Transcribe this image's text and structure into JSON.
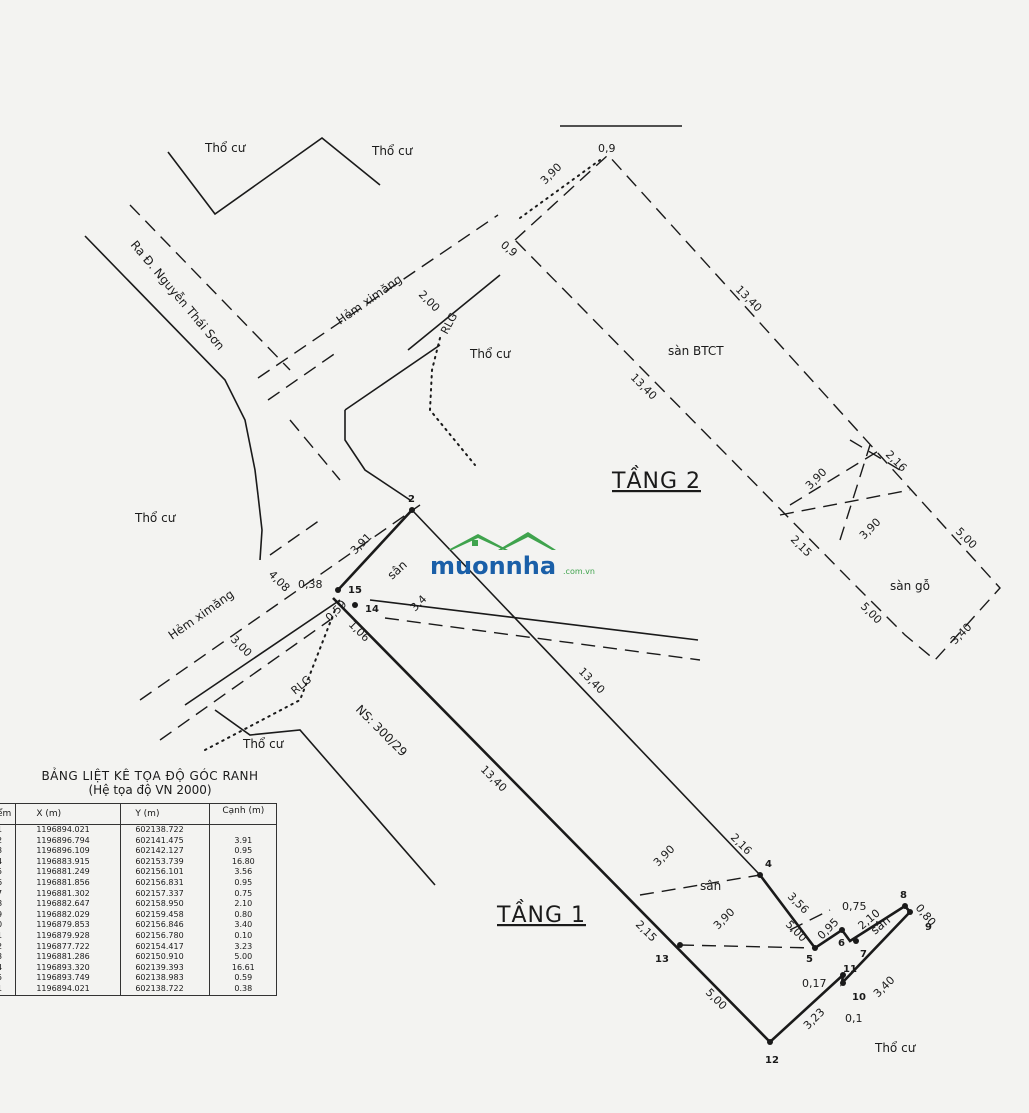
{
  "drawing": {
    "labels": {
      "tho_cu": "Thổ cư",
      "road": "Ra Đ. Nguyễn Thái Sơn",
      "alley": "Hẻm ximăng",
      "rlg": "RLG",
      "san_btct": "sàn BTCT",
      "san_go": "sàn gỗ",
      "san": "sân",
      "parcel_no": "NS: 300/29"
    },
    "floors": {
      "floor1": "TẦNG 1",
      "floor2": "TẦNG 2"
    },
    "dims": {
      "d391": "3,91",
      "d090a": "0,9",
      "d090b": "0,9",
      "d390a": "3,90",
      "d390b": "3,90",
      "d390c": "3,90",
      "d390d": "3,90",
      "d390e": "3,90",
      "d1340a": "13,40",
      "d1340b": "13,40",
      "d1340c": "13,40",
      "d1340d": "13,40",
      "d216a": "2,16",
      "d216b": "2,16",
      "d215a": "2,15",
      "d215b": "2,15",
      "d500a": "5,00",
      "d500b": "5,00",
      "d500c": "5,00",
      "d500d": "5,00",
      "d340a": "3,40",
      "d340b": "3,40",
      "d356": "3,56",
      "d095": "0,95",
      "d075": "0,75",
      "d210": "2,10",
      "d080": "0,80",
      "d017": "0,17",
      "d01": "0,1",
      "d323": "3,23",
      "d200": "2,00",
      "d300": "3,00",
      "d408": "4,08",
      "d038": "0,38",
      "d059": "0,59",
      "d106": "1,06",
      "d34": "3,4"
    },
    "points": [
      "2",
      "4",
      "5",
      "6",
      "7",
      "8",
      "9",
      "10",
      "11",
      "12",
      "13",
      "14",
      "15"
    ],
    "watermark": {
      "brand": "muonnha",
      "domain": ".com.vn"
    }
  },
  "table": {
    "title": "BẢNG LIỆT KÊ TỌA ĐỘ GÓC RANH",
    "subtitle": "(Hệ tọa độ VN 2000)",
    "headers": [
      "ểm",
      "X (m)",
      "Y (m)",
      "Cạnh (m)"
    ],
    "rows": [
      {
        "n": "1",
        "x": "1196894.021",
        "y": "602138.722"
      },
      {
        "n": "2",
        "x": "1196896.794",
        "y": "602141.475"
      },
      {
        "n": "3",
        "x": "1196896.109",
        "y": "602142.127"
      },
      {
        "n": "4",
        "x": "1196883.915",
        "y": "602153.739"
      },
      {
        "n": "5",
        "x": "1196881.249",
        "y": "602156.101"
      },
      {
        "n": "6",
        "x": "1196881.856",
        "y": "602156.831"
      },
      {
        "n": "7",
        "x": "1196881.302",
        "y": "602157.337"
      },
      {
        "n": "8",
        "x": "1196882.647",
        "y": "602158.950"
      },
      {
        "n": "9",
        "x": "1196882.029",
        "y": "602159.458"
      },
      {
        "n": "0",
        "x": "1196879.853",
        "y": "602156.846"
      },
      {
        "n": "1",
        "x": "1196879.928",
        "y": "602156.780"
      },
      {
        "n": "2",
        "x": "1196877.722",
        "y": "602154.417"
      },
      {
        "n": "3",
        "x": "1196881.286",
        "y": "602150.910"
      },
      {
        "n": "4",
        "x": "1196893.320",
        "y": "602139.393"
      },
      {
        "n": "5",
        "x": "1196893.749",
        "y": "602138.983"
      },
      {
        "n": "1",
        "x": "1196894.021",
        "y": "602138.722"
      }
    ],
    "edges": [
      "3.91",
      "0.95",
      "16.80",
      "3.56",
      "0.95",
      "0.75",
      "2.10",
      "0.80",
      "3.40",
      "0.10",
      "3.23",
      "5.00",
      "16.61",
      "0.59",
      "0.38"
    ]
  }
}
